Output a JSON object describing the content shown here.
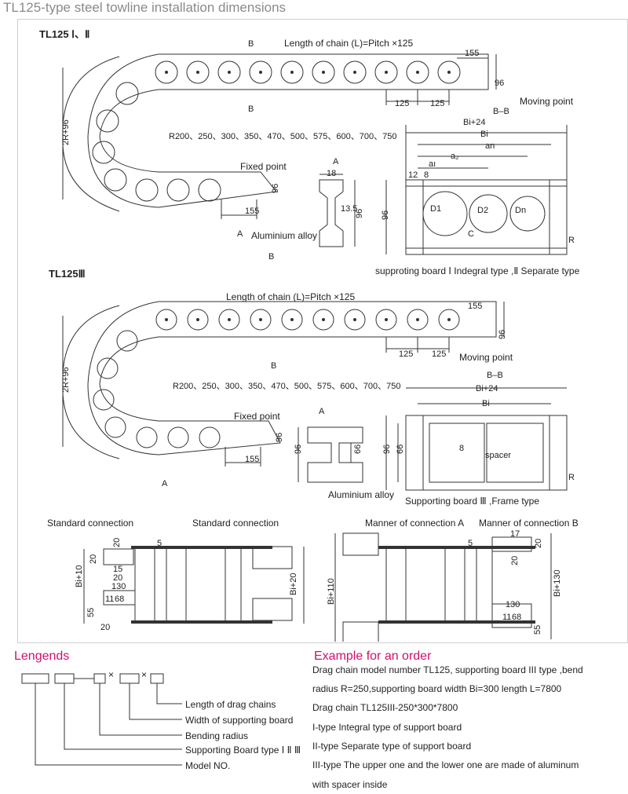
{
  "page_title": "TL125-type steel towline installation dimensions",
  "section1": {
    "heading": "TL125 Ⅰ、Ⅱ",
    "chain_length": "Length of chain (L)=Pitch  ×125",
    "radius_list": "R200、250、300、350、470、500、575、600、700、750",
    "height_label": "2R+96",
    "fixed_point": "Fixed point",
    "moving_point": "Moving point",
    "aluminium": "Aluminium alloy",
    "section_mark": "B–B",
    "support_caption": "supproting board Ⅰ Indegral type ,Ⅱ Separate type",
    "dims": {
      "d155a": "155",
      "d96a": "96",
      "d125a": "125",
      "d125b": "125",
      "d96b": "96",
      "d155b": "155",
      "d18": "18",
      "d13_5": "13.5",
      "d96c": "96",
      "bi24": "Bi+24",
      "bi": "Bi",
      "an": "an",
      "a2": "a₂",
      "a1": "aı",
      "d12": "12",
      "d8": "8",
      "d1": "D1",
      "d2": "D2",
      "dn": "Dn",
      "c": "C",
      "r": "R",
      "d96d": "96"
    },
    "markers": {
      "b1": "B",
      "b2": "B",
      "b3": "B",
      "a1": "A",
      "a2": "A"
    }
  },
  "section2": {
    "heading": "TL125Ⅲ",
    "chain_length": "Length of chain (L)=Pitch  ×125",
    "radius_list": "R200、250、300、350、470、500、575、600、700、750",
    "height_label": "2R+96",
    "fixed_point": "Fixed point",
    "moving_point": "Moving point",
    "aluminium": "Aluminium alloy",
    "section_mark": "B–B",
    "support_caption": "Supporting board Ⅲ ,Frame type",
    "dims": {
      "d155a": "155",
      "d96a": "96",
      "d125a": "125",
      "d125b": "125",
      "d96b": "96",
      "d155b": "155",
      "d96c": "96",
      "d66a": "66",
      "bi24": "Bi+24",
      "bi": "Bi",
      "d96d": "96",
      "d66b": "66",
      "d8": "8",
      "spacer": "spacer",
      "r": "R"
    },
    "markers": {
      "b1": "B",
      "a1": "A",
      "a2": "A"
    }
  },
  "connections": {
    "standard1": "Standard connection",
    "standard2": "Standard connection",
    "manner_a": "Manner of connection A",
    "manner_b": "Manner of connection B",
    "dims": {
      "d20a": "20",
      "d20b": "20",
      "d15": "15",
      "d20c": "20",
      "d5a": "5",
      "bi10": "Bi+10",
      "d130a": "130",
      "d11": "11",
      "d68a": "68",
      "d55a": "55",
      "d20d": "20",
      "bi20": "Bi+20",
      "bi110": "Bi+110",
      "d5b": "5",
      "d17": "17",
      "d20e": "20",
      "d20f": "20",
      "bi130": "Bi+130",
      "d130b": "130",
      "d11b": "11",
      "d68b": "68",
      "d55b": "55"
    }
  },
  "legend": {
    "title": "Lengends",
    "symbol_x1": "×",
    "symbol_x2": "×",
    "items": [
      "Length of drag chains",
      "Width of supporting board",
      "Bending radius",
      "Supporting Board type Ⅰ Ⅱ Ⅲ",
      "Model NO."
    ]
  },
  "order": {
    "title": "Example for an order",
    "lines": [
      "Drag chain model number TL125, supporting board III type ,bend",
      "radius R=250,supporting board width Bi=300 length L=7800",
      "Drag chain TL125III-250*300*7800",
      "I-type Integral type of support board",
      "II-type Separate type of support board",
      "III-type The upper one and the lower one are made of aluminum",
      "with spacer inside"
    ]
  }
}
